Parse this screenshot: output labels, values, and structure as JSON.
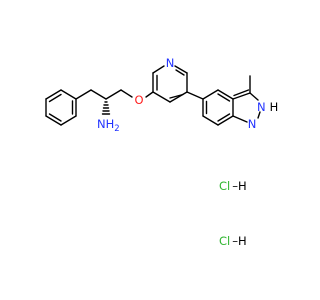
{
  "molecule": {
    "atoms": {
      "n_pyridine": "N",
      "o_ether": "O",
      "amine": "NH",
      "amine_sub": "2",
      "indazole_nh": "N",
      "indazole_nh_h": "H",
      "indazole_n": "N"
    },
    "salts": [
      {
        "cl": "Cl",
        "dash": "–",
        "h": "H"
      },
      {
        "cl": "Cl",
        "dash": "–",
        "h": "H"
      }
    ],
    "colors": {
      "bond": "#000000",
      "nitrogen": "#2233ff",
      "oxygen": "#ff1f1f",
      "chlorine": "#2fb52f"
    }
  }
}
